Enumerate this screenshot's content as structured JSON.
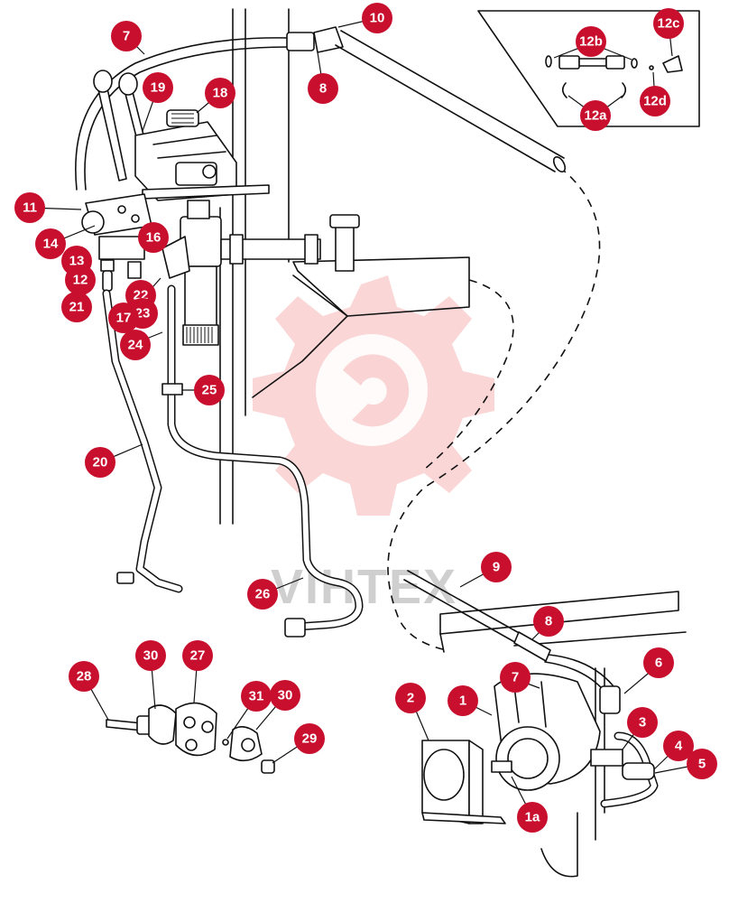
{
  "watermark": {
    "text": "VIHTEX",
    "color": "#f5b5b5"
  },
  "colors": {
    "callout_fill": "#c8102e",
    "callout_text": "#ffffff",
    "line": "#111111"
  },
  "callouts": [
    {
      "id": "c7a",
      "label": "7"
    },
    {
      "id": "c10",
      "label": "10"
    },
    {
      "id": "c8a",
      "label": "8"
    },
    {
      "id": "c19",
      "label": "19"
    },
    {
      "id": "c18",
      "label": "18"
    },
    {
      "id": "c11",
      "label": "11"
    },
    {
      "id": "c14",
      "label": "14"
    },
    {
      "id": "c13",
      "label": "13"
    },
    {
      "id": "c12",
      "label": "12"
    },
    {
      "id": "c21",
      "label": "21"
    },
    {
      "id": "c16",
      "label": "16"
    },
    {
      "id": "c22",
      "label": "22"
    },
    {
      "id": "c23",
      "label": "23"
    },
    {
      "id": "c17",
      "label": "17"
    },
    {
      "id": "c24",
      "label": "24"
    },
    {
      "id": "c25",
      "label": "25"
    },
    {
      "id": "c20",
      "label": "20"
    },
    {
      "id": "c26",
      "label": "26"
    },
    {
      "id": "c12b",
      "label": "12b"
    },
    {
      "id": "c12c",
      "label": "12c"
    },
    {
      "id": "c12a",
      "label": "12a"
    },
    {
      "id": "c12d",
      "label": "12d"
    },
    {
      "id": "c9",
      "label": "9"
    },
    {
      "id": "c8b",
      "label": "8"
    },
    {
      "id": "c7b",
      "label": "7"
    },
    {
      "id": "c6",
      "label": "6"
    },
    {
      "id": "c1",
      "label": "1"
    },
    {
      "id": "c2",
      "label": "2"
    },
    {
      "id": "c3",
      "label": "3"
    },
    {
      "id": "c4",
      "label": "4"
    },
    {
      "id": "c5",
      "label": "5"
    },
    {
      "id": "c1a",
      "label": "1a"
    },
    {
      "id": "c28",
      "label": "28"
    },
    {
      "id": "c30a",
      "label": "30"
    },
    {
      "id": "c27",
      "label": "27"
    },
    {
      "id": "c31",
      "label": "31"
    },
    {
      "id": "c30b",
      "label": "30"
    },
    {
      "id": "c29",
      "label": "29"
    }
  ]
}
